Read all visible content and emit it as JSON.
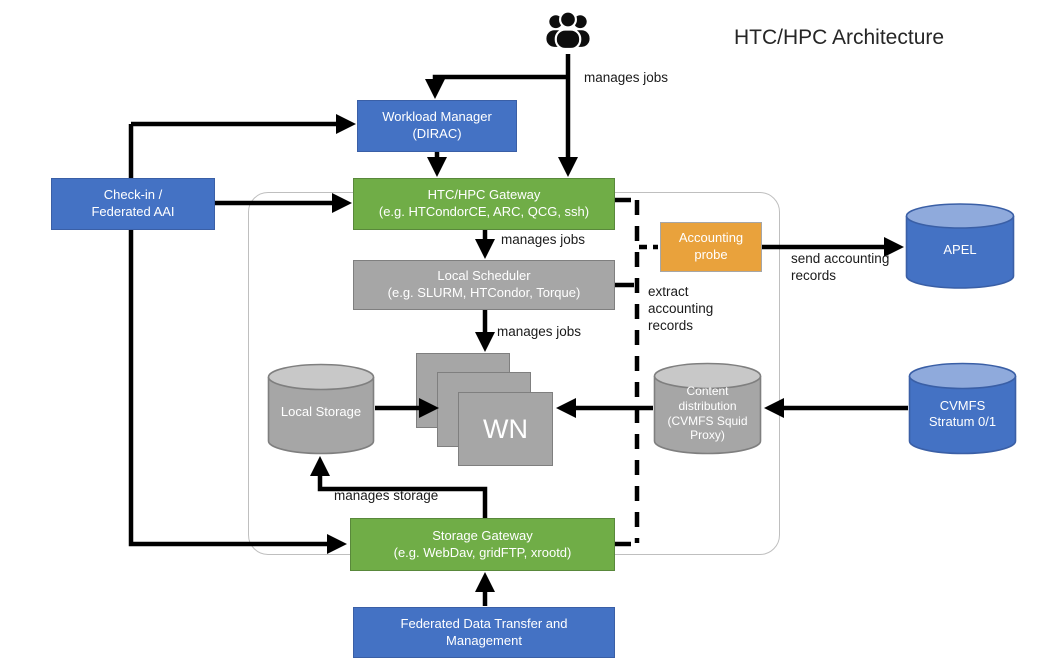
{
  "diagram_title": "HTC/HPC Architecture",
  "colors": {
    "blue": "#4472C4",
    "green": "#70AD47",
    "orange": "#E9A23C",
    "gray": "#A6A6A6",
    "cylinder_top_gray": "#C8C8C8",
    "cylinder_top_blue": "#8FAADC",
    "boundary_gray": "#BFBFBF",
    "connector_black": "#000000"
  },
  "icons": {
    "users": "users-icon"
  },
  "nodes": {
    "workload_manager": {
      "lines": [
        "Workload Manager",
        "(DIRAC)"
      ]
    },
    "checkin": {
      "lines": [
        "Check-in /",
        "Federated AAI"
      ]
    },
    "gateway": {
      "lines": [
        "HTC/HPC Gateway",
        "(e.g. HTCondorCE, ARC, QCG, ssh)"
      ]
    },
    "accounting_probe": {
      "lines": [
        "Accounting",
        "probe"
      ]
    },
    "local_scheduler": {
      "lines": [
        "Local Scheduler",
        "(e.g. SLURM, HTCondor, Torque)"
      ]
    },
    "worker_node": {
      "label": "WN"
    },
    "local_storage": {
      "label": "Local Storage"
    },
    "content_distribution": {
      "lines": [
        "Content",
        "distribution",
        "(CVMFS Squid",
        "Proxy)"
      ]
    },
    "apel": {
      "label": "APEL"
    },
    "cvmfs": {
      "lines": [
        "CVMFS",
        "Stratum 0/1"
      ]
    },
    "storage_gateway": {
      "lines": [
        "Storage Gateway",
        "(e.g. WebDav, gridFTP, xrootd)"
      ]
    },
    "federated_dtm": {
      "lines": [
        "Federated Data Transfer and",
        "Management"
      ]
    }
  },
  "edge_labels": {
    "manages_jobs_top": "manages jobs",
    "manages_jobs_gateway": "manages jobs",
    "manages_jobs_scheduler": "manages jobs",
    "manages_storage": "manages storage",
    "extract_accounting": [
      "extract",
      "accounting",
      "records"
    ],
    "send_accounting": [
      "send accounting",
      "records"
    ]
  }
}
